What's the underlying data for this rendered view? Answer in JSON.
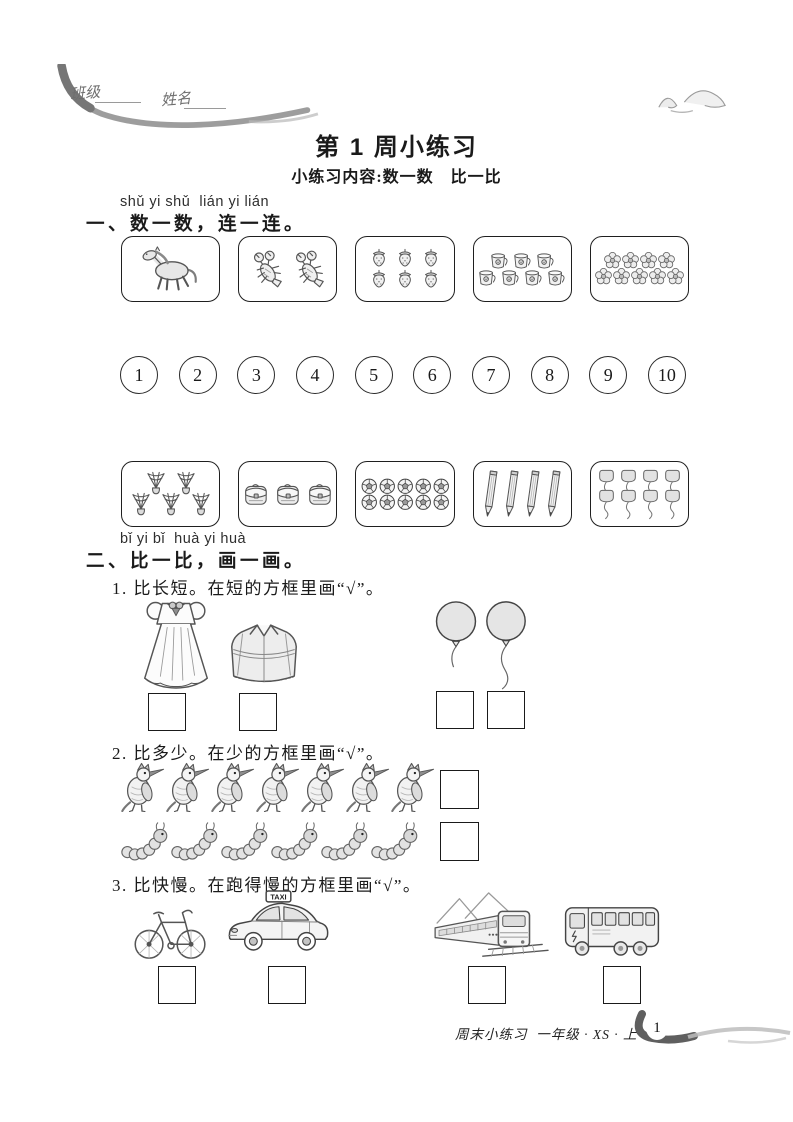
{
  "header": {
    "class_label": "班级",
    "name_label": "姓名"
  },
  "title": "第 1 周小练习",
  "subtitle": "小练习内容:数一数　比一比",
  "section_count": {
    "pinyin": "shǔ yi shǔ  lián yi lián",
    "heading": "一、数一数，连一连。",
    "row1_boxes": [
      {
        "label": "horse",
        "icon": "horse-icon",
        "count": 1,
        "rows": [
          1
        ]
      },
      {
        "label": "lobster",
        "icon": "lobster-icon",
        "count": 2,
        "rows": [
          2
        ]
      },
      {
        "label": "strawberry",
        "icon": "strawberry-icon",
        "count": 6,
        "rows": [
          3,
          3
        ]
      },
      {
        "label": "mug",
        "icon": "mug-icon",
        "count": 7,
        "rows": [
          3,
          4
        ]
      },
      {
        "label": "flower",
        "icon": "flower-icon",
        "count": 9,
        "rows": [
          4,
          5
        ]
      }
    ],
    "numbers": [
      "1",
      "2",
      "3",
      "4",
      "5",
      "6",
      "7",
      "8",
      "9",
      "10"
    ],
    "row2_boxes": [
      {
        "label": "shuttlecock",
        "icon": "shuttlecock-icon",
        "count": 5,
        "rows": [
          2,
          3
        ]
      },
      {
        "label": "schoolbag",
        "icon": "schoolbag-icon",
        "count": 3,
        "rows": [
          3
        ]
      },
      {
        "label": "football",
        "icon": "football-icon",
        "count": 10,
        "rows": [
          5,
          5
        ]
      },
      {
        "label": "pencil",
        "icon": "pencil-icon",
        "count": 4,
        "rows": [
          4
        ]
      },
      {
        "label": "balloon",
        "icon": "balloon-icon",
        "count": 8,
        "rows": [
          4,
          4
        ]
      }
    ]
  },
  "section_compare": {
    "pinyin": "bǐ yi bǐ  huà yi huà",
    "heading": "二、比一比，画一画。",
    "item1": {
      "text": "1. 比长短。在短的方框里画“√”。"
    },
    "item2": {
      "text": "2. 比多少。在少的方框里画“√”。",
      "top_count": 7,
      "bottom_count": 6
    },
    "item3": {
      "text": "3. 比快慢。在跑得慢的方框里画“√”。",
      "taxi_sign": "TAXI"
    }
  },
  "footer": {
    "text": "周末小练习  一年级 · XS · 上",
    "page_number": "1"
  }
}
